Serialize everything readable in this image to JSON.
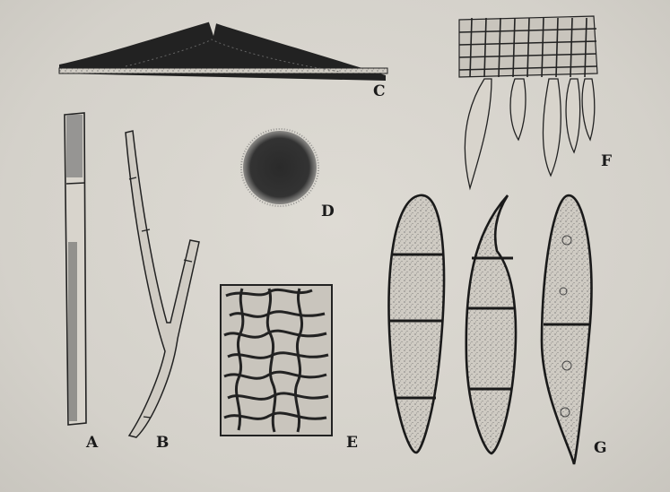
{
  "figure": {
    "labels": {
      "a": "A",
      "b": "B",
      "c": "C",
      "d": "D",
      "e": "E",
      "f": "F",
      "g": "G"
    }
  },
  "colors": {
    "ink": "#1a1a1a",
    "paper": "#d9d6cf",
    "stipple_fill": "#cbc7bf"
  }
}
